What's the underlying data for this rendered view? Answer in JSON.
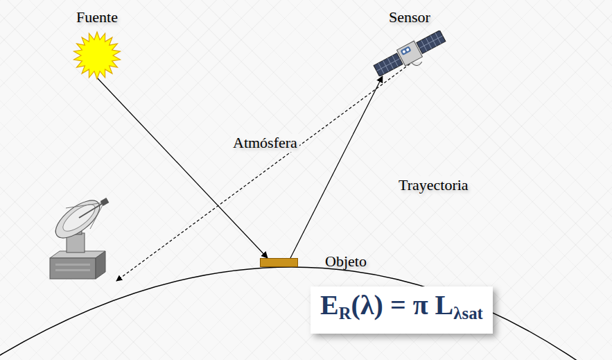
{
  "diagram": {
    "nodes": [
      {
        "text": [
          "Fuente"
        ]
      },
      {
        "text": [
          "Sensor"
        ]
      },
      {
        "text": [
          "Objeto"
        ]
      },
      {
        "text": [
          "ER(λ) = π Lλsat"
        ]
      }
    ],
    "edges": [
      {
        "from": 0,
        "to": 2,
        "arrow": "to"
      },
      {
        "from": 2,
        "to": 1,
        "arrow": "to"
      }
    ],
    "labels": [
      "Atmósfera",
      "Trayectoria"
    ]
  }
}
